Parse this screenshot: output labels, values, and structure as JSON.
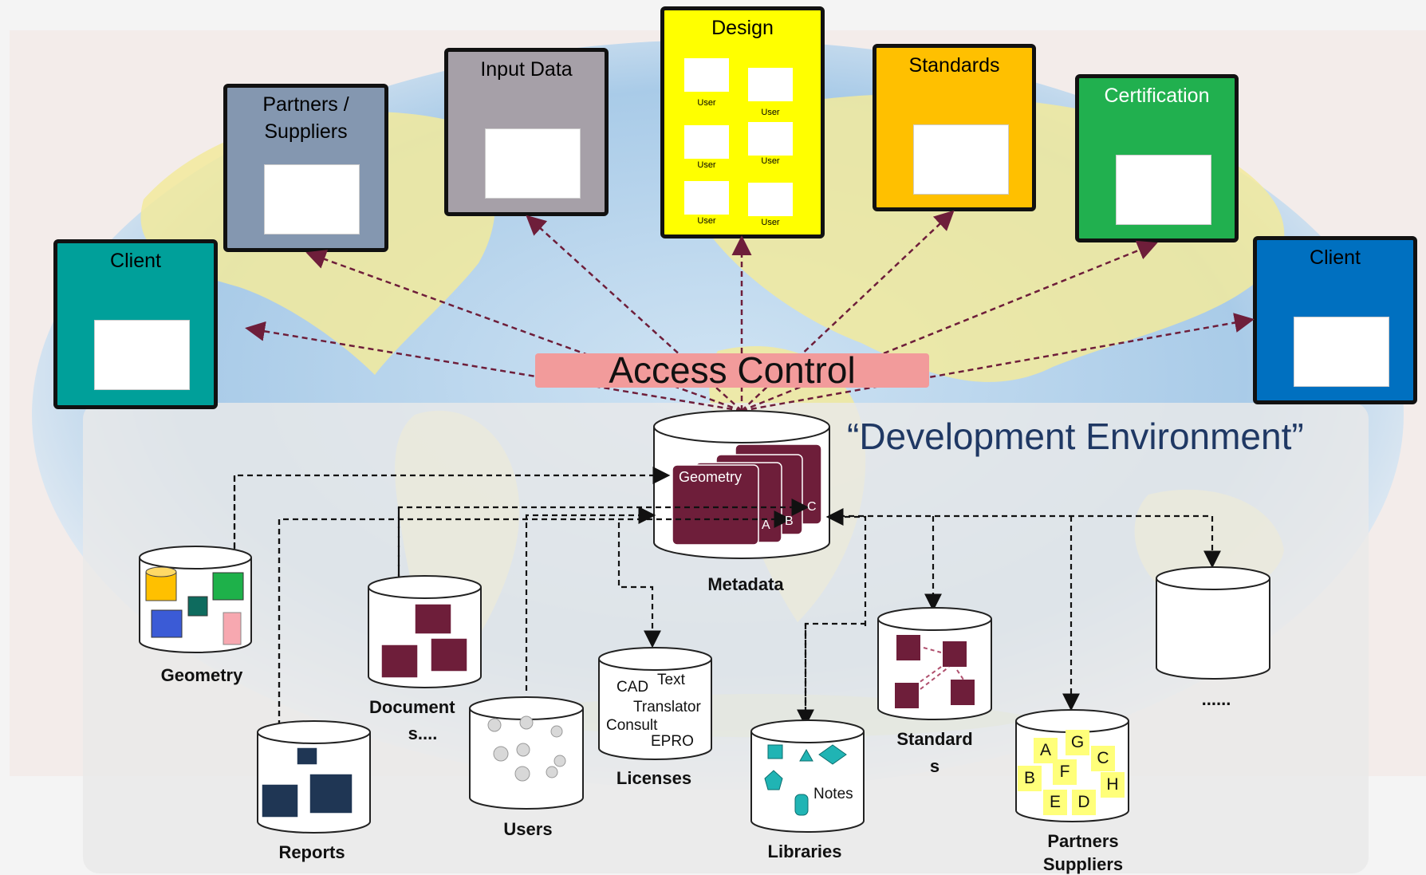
{
  "top_boxes": [
    {
      "id": "client-left",
      "title": "Client"
    },
    {
      "id": "partners",
      "title": "Partners /\nSuppliers"
    },
    {
      "id": "input-data",
      "title": "Input Data"
    },
    {
      "id": "design",
      "title": "Design"
    },
    {
      "id": "standards",
      "title": "Standards"
    },
    {
      "id": "certification",
      "title": "Certification"
    },
    {
      "id": "client-right",
      "title": "Client"
    }
  ],
  "design_user_label": "User",
  "access_control": "Access Control",
  "dev_env": "“Development Environment”",
  "metadata": {
    "label": "Metadata",
    "card": "Geometry",
    "versions": [
      "A",
      "B",
      "C"
    ]
  },
  "stores": {
    "geometry": "Geometry",
    "documents": [
      "Document",
      "s...."
    ],
    "reports": "Reports",
    "users": "Users",
    "licenses": "Licenses",
    "libraries": "Libraries",
    "standards": [
      "Standard",
      "s"
    ],
    "partners": [
      "Partners",
      "Suppliers"
    ],
    "more": "......"
  },
  "license_items": [
    "Text",
    "CAD",
    "Translator",
    "Consult",
    "EPRO"
  ],
  "libraries_note": "Notes",
  "partner_notes": [
    "A",
    "G",
    "C",
    "B",
    "F",
    "H",
    "E",
    "D"
  ],
  "colors": {
    "client_left": "#00a09a",
    "partners": "#8497b0",
    "input_data": "#a6a0a8",
    "design": "#ffff00",
    "standards": "#ffc000",
    "certification": "#21b04f",
    "client_right": "#0070c0",
    "access_control": "#f29b9b",
    "maroon": "#6e1e3a",
    "arrow": "#6e1e3a",
    "dev_env_text": "#1f3864"
  }
}
